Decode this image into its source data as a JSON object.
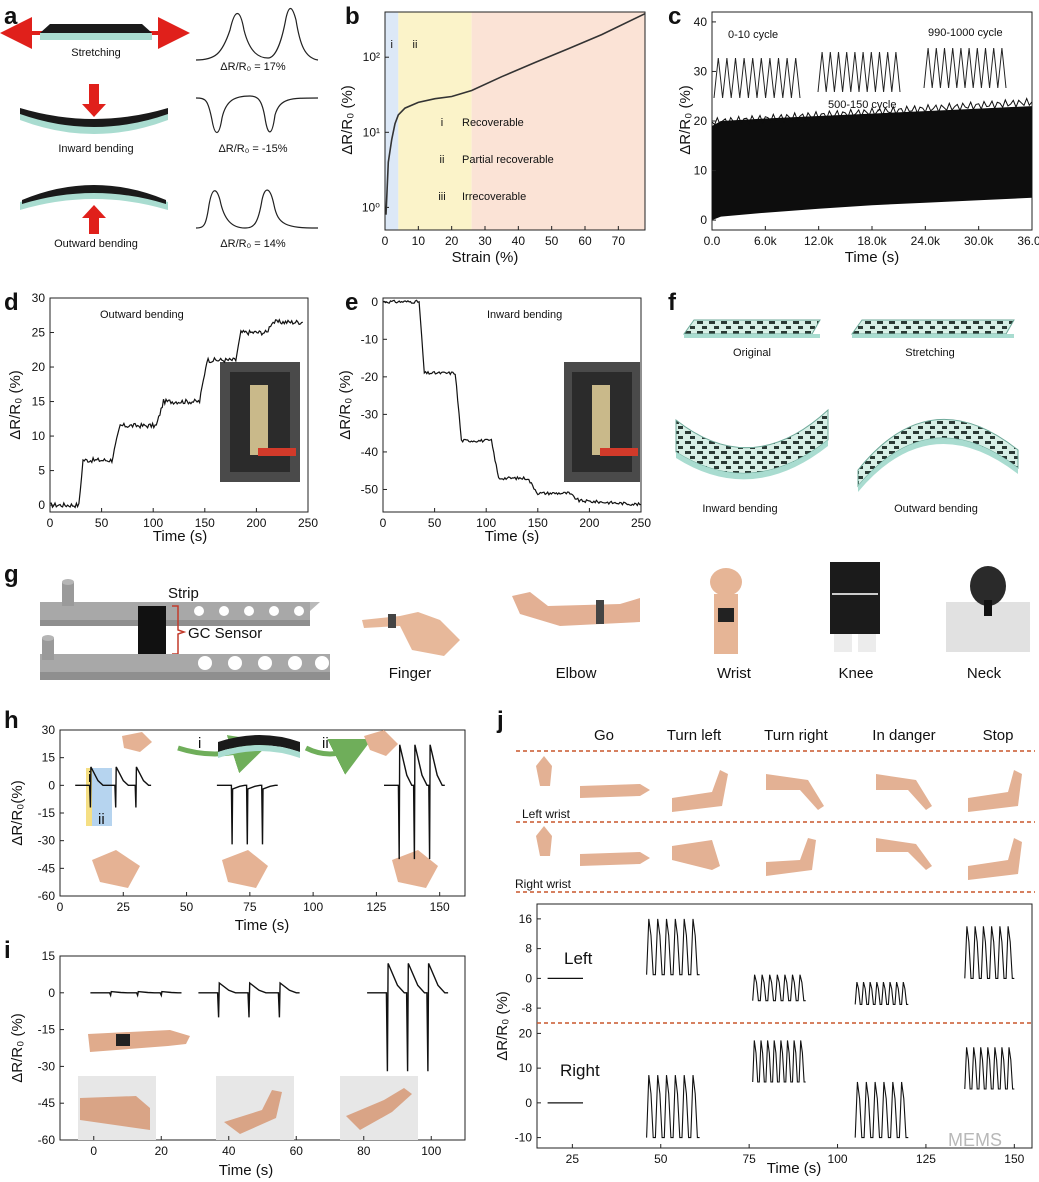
{
  "panel_labels": {
    "a": "a",
    "b": "b",
    "c": "c",
    "d": "d",
    "e": "e",
    "f": "f",
    "g": "g",
    "h": "h",
    "i": "i",
    "j": "j"
  },
  "watermark": "MEMS",
  "colors": {
    "accent_red": "#e0201b",
    "sensor_black": "#1a1a1a",
    "substrate": "#a9dcd0",
    "region_i": "#dce8f7",
    "region_ii": "#fbf3c9",
    "region_iii": "#fbe3d6",
    "dashed": "#c9572c",
    "arrow_green": "#6fae5a"
  },
  "panel_a": {
    "rows": [
      {
        "caption": "Stretching",
        "ratio": "ΔR/R₀ = 17%"
      },
      {
        "caption": "Inward bending",
        "ratio": "ΔR/R₀ = -15%"
      },
      {
        "caption": "Outward bending",
        "ratio": "ΔR/R₀ = 14%"
      }
    ]
  },
  "panel_f": {
    "captions": [
      "Original",
      "Stretching",
      "Inward bending",
      "Outward bending"
    ]
  },
  "panel_g": {
    "strip_label": "Strip",
    "sensor_label": "GC Sensor",
    "body_parts": [
      "Finger",
      "Elbow",
      "Wrist",
      "Knee",
      "Neck"
    ]
  },
  "panel_j": {
    "gestures": [
      "Go",
      "Turn left",
      "Turn right",
      "In danger",
      "Stop"
    ],
    "rows": [
      "Left wrist",
      "Right wrist"
    ]
  },
  "chart_data": [
    {
      "id": "b",
      "type": "line",
      "xlabel": "Strain (%)",
      "ylabel": "ΔR/R₀ (%)",
      "yscale": "log",
      "xlim": [
        0,
        78
      ],
      "ylim": [
        0.5,
        400
      ],
      "xticks": [
        "0",
        "10",
        "20",
        "30",
        "40",
        "50",
        "60",
        "70"
      ],
      "yticks": [
        "10⁰",
        "10¹",
        "10²"
      ],
      "regions": [
        {
          "name": "i",
          "from": 0,
          "to": 4
        },
        {
          "name": "ii",
          "from": 4,
          "to": 26
        },
        {
          "name": "iii",
          "from": 26,
          "to": 78
        }
      ],
      "legend": [
        {
          "key": "i",
          "text": "Recoverable"
        },
        {
          "key": "ii",
          "text": "Partial recoverable"
        },
        {
          "key": "iii",
          "text": "Irrecoverable"
        }
      ],
      "x": [
        0.3,
        1,
        2,
        3,
        4,
        6,
        10,
        15,
        20,
        26,
        35,
        45,
        55,
        65,
        78
      ],
      "y": [
        0.8,
        4,
        8,
        13,
        17,
        21,
        25,
        28,
        30,
        36,
        55,
        85,
        130,
        200,
        380
      ]
    },
    {
      "id": "c",
      "type": "area",
      "xlabel": "Time (s)",
      "ylabel": "ΔR/R₀ (%)",
      "xlim": [
        0,
        36000
      ],
      "ylim": [
        -2,
        42
      ],
      "xticks": [
        "0.0",
        "6.0k",
        "12.0k",
        "18.0k",
        "24.0k",
        "30.0k",
        "36.0k"
      ],
      "yticks": [
        "0",
        "10",
        "20",
        "30",
        "40"
      ],
      "insets": [
        "0-10 cycle",
        "500-150 cycle",
        "990-1000 cycle"
      ],
      "x": [
        0,
        1000,
        6000,
        12000,
        18000,
        24000,
        30000,
        36000
      ],
      "y_upper": [
        19,
        20,
        20.5,
        21,
        21.5,
        22,
        22.5,
        23
      ],
      "y_lower": [
        0,
        0.7,
        1.5,
        2.3,
        3,
        3.5,
        4,
        4.5
      ]
    },
    {
      "id": "d",
      "type": "line",
      "title": "Outward bending",
      "xlabel": "Time (s)",
      "ylabel": "ΔR/R₀ (%)",
      "xlim": [
        0,
        250
      ],
      "ylim": [
        -1,
        30
      ],
      "xticks": [
        "0",
        "50",
        "100",
        "150",
        "200",
        "250"
      ],
      "yticks": [
        "0",
        "5",
        "10",
        "15",
        "20",
        "25",
        "30"
      ],
      "x": [
        0,
        28,
        32,
        60,
        68,
        103,
        110,
        145,
        152,
        180,
        185,
        210,
        215,
        245
      ],
      "y": [
        0,
        0,
        6.5,
        6.5,
        11.5,
        11.5,
        15,
        15,
        21,
        21,
        25,
        25,
        26.5,
        26.5
      ]
    },
    {
      "id": "e",
      "type": "line",
      "title": "Inward bending",
      "xlabel": "Time (s)",
      "ylabel": "ΔR/R₀ (%)",
      "xlim": [
        0,
        250
      ],
      "ylim": [
        -56,
        1
      ],
      "xticks": [
        "0",
        "50",
        "100",
        "150",
        "200",
        "250"
      ],
      "yticks": [
        "0",
        "-10",
        "-20",
        "-30",
        "-40",
        "-50"
      ],
      "x": [
        0,
        35,
        40,
        70,
        76,
        105,
        112,
        140,
        150,
        180,
        190,
        250
      ],
      "y": [
        0,
        0,
        -19,
        -19,
        -37,
        -37,
        -47,
        -47,
        -51,
        -51,
        -53,
        -54
      ]
    },
    {
      "id": "h",
      "type": "line",
      "xlabel": "Time (s)",
      "ylabel": "ΔR/R₀(%)",
      "xlim": [
        0,
        160
      ],
      "ylim": [
        -60,
        30
      ],
      "xticks": [
        "0",
        "25",
        "50",
        "75",
        "100",
        "125",
        "150"
      ],
      "yticks": [
        "30",
        "15",
        "0",
        "-15",
        "-30",
        "-45",
        "-60"
      ],
      "region_labels": [
        "i",
        "ii",
        "i",
        "ii"
      ],
      "groups": [
        {
          "peaks": [
            12,
            22,
            30
          ],
          "high": 10,
          "low": -12
        },
        {
          "peaks": [
            68,
            74,
            80
          ],
          "high": -2,
          "low": -32
        },
        {
          "peaks": [
            134,
            140,
            146
          ],
          "high": 22,
          "low": -40
        }
      ]
    },
    {
      "id": "i",
      "type": "line",
      "xlabel": "Time (s)",
      "ylabel": "ΔR/R₀ (%)",
      "xlim": [
        -10,
        110
      ],
      "ylim": [
        -60,
        15
      ],
      "xticks": [
        "0",
        "20",
        "40",
        "60",
        "80",
        "100"
      ],
      "yticks": [
        "15",
        "0",
        "-15",
        "-30",
        "-45",
        "-60"
      ],
      "groups": [
        {
          "peaks": [
            5,
            13,
            20
          ],
          "high": 0.5,
          "low": -1
        },
        {
          "peaks": [
            37,
            46,
            55
          ],
          "high": 4,
          "low": -10
        },
        {
          "peaks": [
            87,
            93,
            99
          ],
          "high": 12,
          "low": -32
        }
      ]
    },
    {
      "id": "j",
      "type": "line",
      "xlabel": "Time (s)",
      "ylabel": "ΔR/R₀ (%)",
      "xlim": [
        15,
        155
      ],
      "xticks": [
        "25",
        "50",
        "75",
        "100",
        "125",
        "150"
      ],
      "series": [
        {
          "name": "Left",
          "yticks": [
            "16",
            "8",
            "0",
            "-8"
          ]
        },
        {
          "name": "Right",
          "yticks": [
            "20",
            "10",
            "0",
            "-10"
          ]
        }
      ]
    }
  ]
}
